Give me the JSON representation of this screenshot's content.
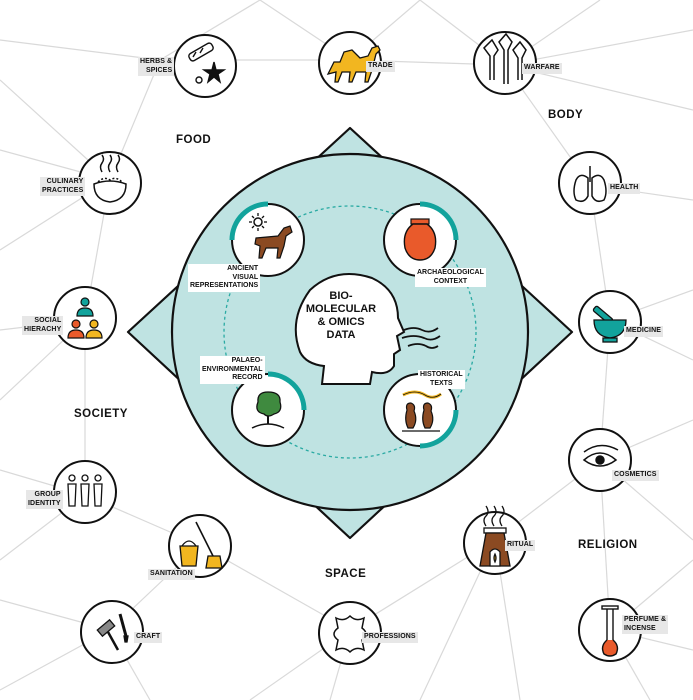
{
  "center": {
    "lines": [
      "BIO-",
      "MOLECULAR",
      "& OMICS",
      "DATA"
    ]
  },
  "categories": {
    "food": "FOOD",
    "body": "BODY",
    "society": "SOCIETY",
    "religion": "RELIGION",
    "space": "SPACE"
  },
  "sources": {
    "ancient_visual": [
      "ANCIENT",
      "VISUAL",
      "REPRESENTATIONS"
    ],
    "archaeological": [
      "ARCHAEOLOGICAL",
      "CONTEXT"
    ],
    "palaeo": [
      "PALAEO-",
      "ENVIRONMENTAL",
      "RECORD"
    ],
    "historical": [
      "HISTORICAL",
      "TEXTS"
    ]
  },
  "topics": {
    "herbs": [
      "HERBS &",
      "SPICES"
    ],
    "trade": "TRADE",
    "warfare": "WARFARE",
    "culinary": [
      "CULINARY",
      "PRACTICES"
    ],
    "health": "HEALTH",
    "social": [
      "SOCIAL",
      "HIERACHY"
    ],
    "medicine": "MEDICINE",
    "cosmetics": "COSMETICS",
    "group": [
      "GROUP",
      "IDENTITY"
    ],
    "sanitation": "SANITATION",
    "ritual": "RITUAL",
    "craft": "CRAFT",
    "professions": "PROFESSIONS",
    "perfume": [
      "PERFUME &",
      "INCENSE"
    ]
  },
  "colors": {
    "teal": "#12a39c",
    "light_teal": "#bfe3e2",
    "orange": "#e95a2b",
    "brown": "#8b4a22",
    "green": "#3f8a3f",
    "yellow": "#f2b620",
    "lines": "#d6d6d6"
  }
}
